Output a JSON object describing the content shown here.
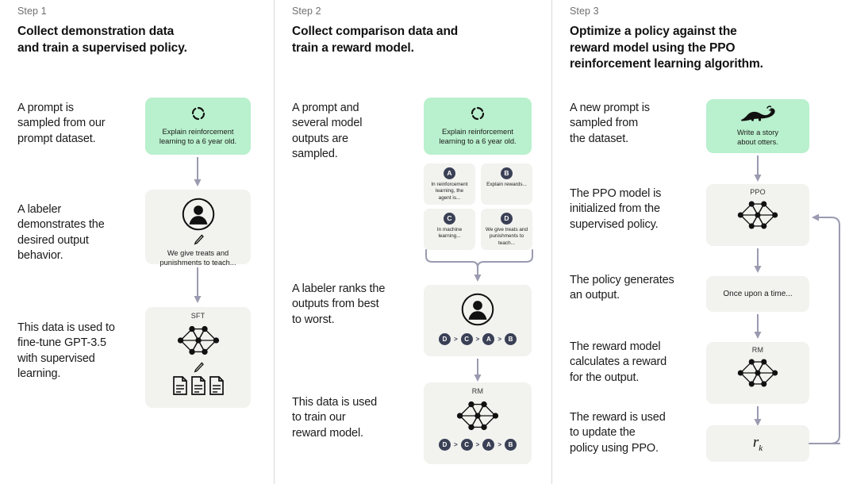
{
  "columns": [
    {
      "step_label": "Step 1",
      "title_line1": "Collect demonstration data",
      "title_line2": "and train a supervised policy.",
      "paragraphs": [
        "A prompt is\nsampled from our\nprompt dataset.",
        "A labeler\ndemonstrates the\ndesired output\nbehavior.",
        "This data is used to\nfine-tune GPT-3.5\nwith supervised\nlearning."
      ],
      "cards": [
        {
          "name": "prompt-card",
          "kind": "green",
          "icon": "refresh-dashed-icon",
          "caption": "Explain reinforcement\nlearning to a 6 year old."
        },
        {
          "name": "labeler-card",
          "kind": "grey",
          "icon": "person-circle-icon",
          "caption": "We give treats and\npunishments to teach..."
        },
        {
          "name": "sft-card",
          "kind": "grey",
          "icon": "neural-net-icon",
          "label": "SFT",
          "caption": ""
        }
      ]
    },
    {
      "step_label": "Step 2",
      "title_line1": "Collect comparison data and",
      "title_line2": "train a reward model.",
      "paragraphs": [
        "A prompt and\nseveral model\noutputs are\nsampled.",
        "A labeler ranks the\noutputs from best\nto worst.",
        "This data is used\nto train our\nreward model."
      ],
      "prompt_caption": "Explain reinforcement\nlearning to a 6 year old.",
      "outputs": [
        {
          "badge": "A",
          "text": "In reinforcement\nlearning, the\nagent is..."
        },
        {
          "badge": "B",
          "text": "Explain rewards..."
        },
        {
          "badge": "C",
          "text": "In machine\nlearning..."
        },
        {
          "badge": "D",
          "text": "We give treats and\npunishments to\nteach..."
        }
      ],
      "ranking": [
        "D",
        "C",
        "A",
        "B"
      ],
      "rm_label": "RM"
    },
    {
      "step_label": "Step 3",
      "title_line1": "Optimize a policy against the",
      "title_line2": "reward model using the PPO",
      "title_line3": "reinforcement learning algorithm.",
      "paragraphs": [
        "A new prompt is\nsampled from\nthe dataset.",
        "The PPO model is\ninitialized from the\nsupervised policy.",
        "The policy generates\nan output.",
        "The reward model\ncalculates a reward\nfor the output.",
        "The reward is used\nto update the\npolicy using PPO."
      ],
      "prompt_caption": "Write a story\nabout otters.",
      "ppo_label": "PPO",
      "output_text": "Once upon a time...",
      "rm_label": "RM",
      "reward_symbol": "r",
      "reward_subscript": "k"
    }
  ],
  "colors": {
    "green_card": "#b9f0cd",
    "grey_card": "#f2f2ef",
    "badge": "#3a4055",
    "arrow": "#9a9ab0",
    "divider": "#d9d9d9",
    "text": "#1b1b1b",
    "muted_text": "#6f6f6f"
  }
}
